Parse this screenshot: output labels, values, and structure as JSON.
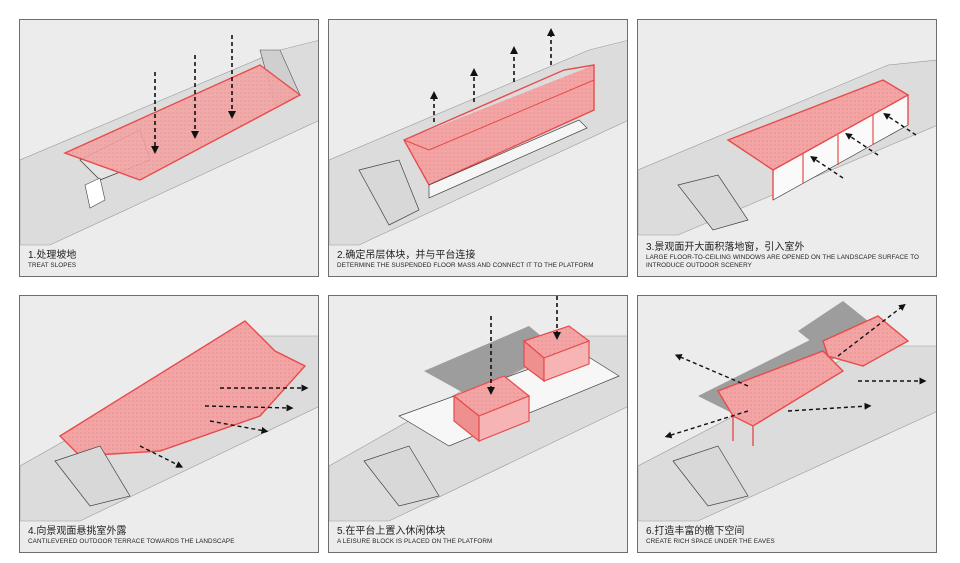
{
  "colors": {
    "highlight": "#e74c4c",
    "highlight_fill": "#f3a4a4",
    "panel_bg": "#ececec",
    "ground": "#d6d6d6",
    "shadow": "#9d9d9d",
    "line": "#3a3a3a"
  },
  "steps": [
    {
      "title": "1.处理坡地",
      "subtitle": "TREAT SLOPES"
    },
    {
      "title": "2.确定吊层体块，并与平台连接",
      "subtitle": "DETERMINE THE SUSPENDED FLOOR MASS AND CONNECT IT TO THE PLATFORM"
    },
    {
      "title": "3.景观面开大面积落地窗，引入室外",
      "subtitle": "LARGE FLOOR-TO-CEILING WINDOWS ARE OPENED ON THE LANDSCAPE SURFACE TO INTRODUCE OUTDOOR SCENERY"
    },
    {
      "title": "4.向景观面悬挑室外露",
      "subtitle": "CANTILEVERED OUTDOOR TERRACE TOWARDS THE LANDSCAPE"
    },
    {
      "title": "5.在平台上置入休闲体块",
      "subtitle": "A LEISURE BLOCK IS PLACED ON THE PLATFORM"
    },
    {
      "title": "6.打造丰富的檐下空间",
      "subtitle": "CREATE RICH SPACE UNDER THE EAVES"
    }
  ]
}
